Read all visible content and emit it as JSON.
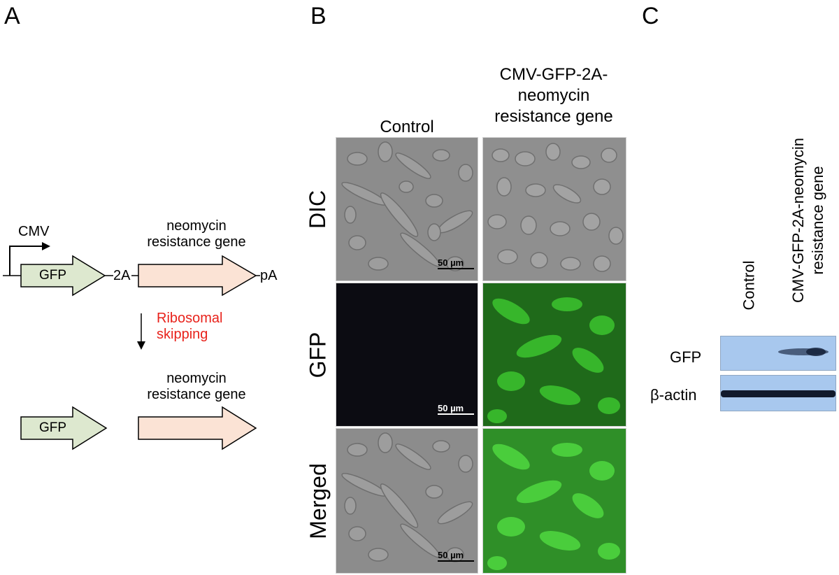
{
  "panels": {
    "a": "A",
    "b": "B",
    "c": "C"
  },
  "panel_a": {
    "promoter": "CMV",
    "gfp_top": "GFP",
    "linker": "2A",
    "neo_top_line1": "neomycin",
    "neo_top_line2": "resistance gene",
    "polya": "pA",
    "step_line1": "Ribosomal",
    "step_line2": "skipping",
    "gfp_bottom": "GFP",
    "neo_bottom_line1": "neomycin",
    "neo_bottom_line2": "resistance gene",
    "colors": {
      "gfp_fill": "#dde8cf",
      "neo_fill": "#fbe3d5",
      "step_text": "#e8221b"
    }
  },
  "panel_b": {
    "col_control": "Control",
    "col_construct_line1": "CMV-GFP-2A-",
    "col_construct_line2": "neomycin",
    "col_construct_line3": "resistance gene",
    "row_dic": "DIC",
    "row_gfp": "GFP",
    "row_merged": "Merged",
    "scale_dic": "50 µm",
    "scale_gfp": "50 µm",
    "scale_merged": "50 µm"
  },
  "panel_c": {
    "lane_control": "Control",
    "lane_construct_line1": "CMV-GFP-2A-neomycin",
    "lane_construct_line2": "resistance gene",
    "band_gfp": "GFP",
    "band_actin": "β-actin",
    "colors": {
      "blot_bg": "#a8c8ee"
    }
  }
}
